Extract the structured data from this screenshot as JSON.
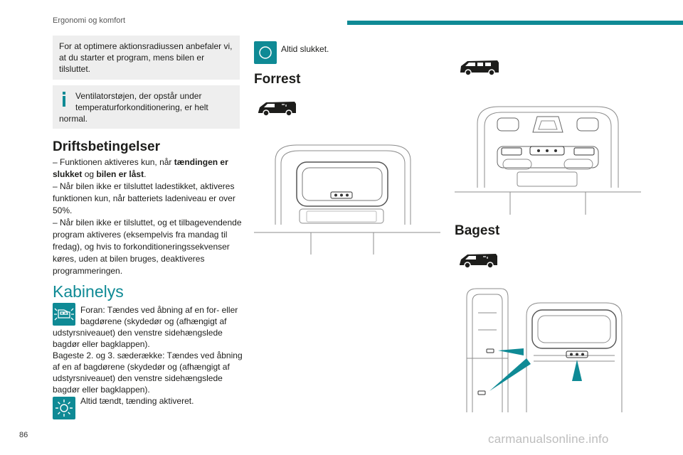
{
  "header": {
    "title": "Ergonomi og komfort"
  },
  "note1": {
    "text": "For at optimere aktionsradiussen anbefaler vi, at du starter et program, mens bilen er tilsluttet."
  },
  "note2": {
    "line1": "Ventilatorstøjen, der opstår under",
    "line2": "temperaturforkonditionering, er helt",
    "line3": "normal."
  },
  "driftsbetingelser": {
    "heading": "Driftsbetingelser",
    "b1_pre": "– Funktionen aktiveres kun, når ",
    "b1_bold1": "tændingen er slukket",
    "b1_mid": " og ",
    "b1_bold2": "bilen er låst",
    "b1_post": ".",
    "b2": "– Når bilen ikke er tilsluttet ladestikket, aktiveres funktionen kun, når batteriets ladeniveau er over 50%.",
    "b3": "– Når bilen ikke er tilsluttet, og et tilbagevendende program aktiveres (eksempelvis fra mandag til fredag), og hvis to forkonditioneringssekvenser køres, uden at bilen bruges, deaktiveres programmeringen."
  },
  "kabinelys": {
    "heading": "Kabinelys",
    "door_first": "Foran: Tændes ved åbning af en for- eller",
    "door_second": "bagdørene (skydedør og (afhængigt af",
    "door_rest": "udstyrsniveauet) den venstre sidehængslede bagdør eller bagklappen).",
    "door_rear": "Bageste 2. og 3. sæderække: Tændes ved åbning af en af bagdørene (skydedør og (afhængigt af udstyrsniveauet) den venstre sidehængslede bagdør eller bagklappen).",
    "always_on": "Altid tændt, tænding aktiveret.",
    "always_off": "Altid slukket."
  },
  "forrest": {
    "heading": "Forrest"
  },
  "bagest": {
    "heading": "Bagest"
  },
  "footer": {
    "page_number": "86",
    "watermark": "carmanualsonline.info"
  },
  "colors": {
    "accent": "#0f8a95",
    "note_bg": "#eeeeee"
  },
  "icons": [
    "info-icon",
    "door-light-icon",
    "sun-light-icon",
    "circle-off-icon",
    "van-icon"
  ]
}
